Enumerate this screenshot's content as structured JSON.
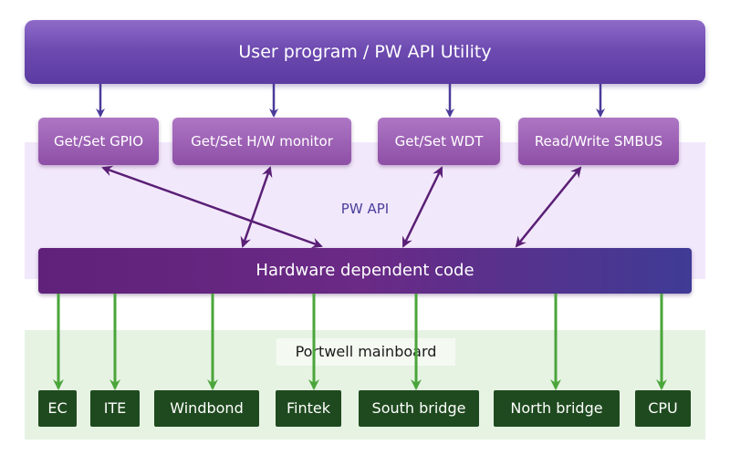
{
  "top_bar": {
    "label": "User program / PW API Utility"
  },
  "api_zone": {
    "label": "PW API"
  },
  "api_functions": [
    {
      "label": "Get/Set GPIO"
    },
    {
      "label": "Get/Set H/W monitor"
    },
    {
      "label": "Get/Set WDT"
    },
    {
      "label": "Read/Write SMBUS"
    }
  ],
  "hardware_bar": {
    "label": "Hardware dependent code"
  },
  "board_zone": {
    "label": "Portwell mainboard"
  },
  "chips": [
    {
      "label": "EC"
    },
    {
      "label": "ITE"
    },
    {
      "label": "Windbond"
    },
    {
      "label": "Fintek"
    },
    {
      "label": "South bridge"
    },
    {
      "label": "North bridge"
    },
    {
      "label": "CPU"
    }
  ],
  "colors": {
    "top_arrow": "#4b3a9a",
    "api_arrow": "#5a1f76",
    "board_arrow": "#4aa53a"
  }
}
